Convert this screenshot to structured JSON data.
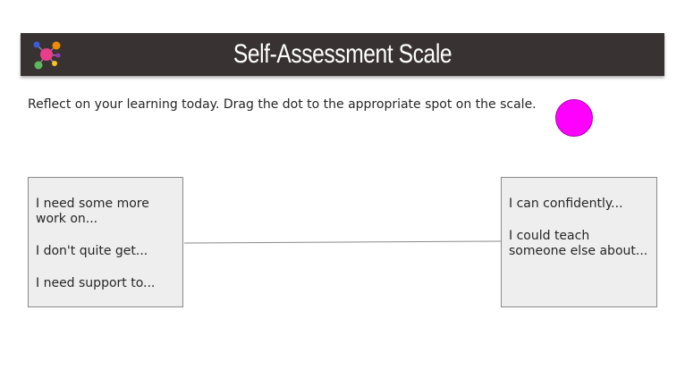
{
  "header": {
    "title": "Self-Assessment Scale",
    "logo_icon": "colorful-dots-logo-icon"
  },
  "instructions": "Reflect on your learning today. Drag the dot to the appropriate spot on the scale.",
  "drag_dot": {
    "color": "#ff00ff",
    "icon": "drag-dot"
  },
  "scale": {
    "left_box": {
      "lines": [
        "I need some more work on...",
        "I don't quite get...",
        "I need support to..."
      ]
    },
    "right_box": {
      "lines": [
        "I can confidently...",
        "I could teach someone else about..."
      ]
    }
  },
  "colors": {
    "header_bg": "#383332",
    "box_bg": "#eeeeee",
    "dot": "#ff00ff"
  }
}
